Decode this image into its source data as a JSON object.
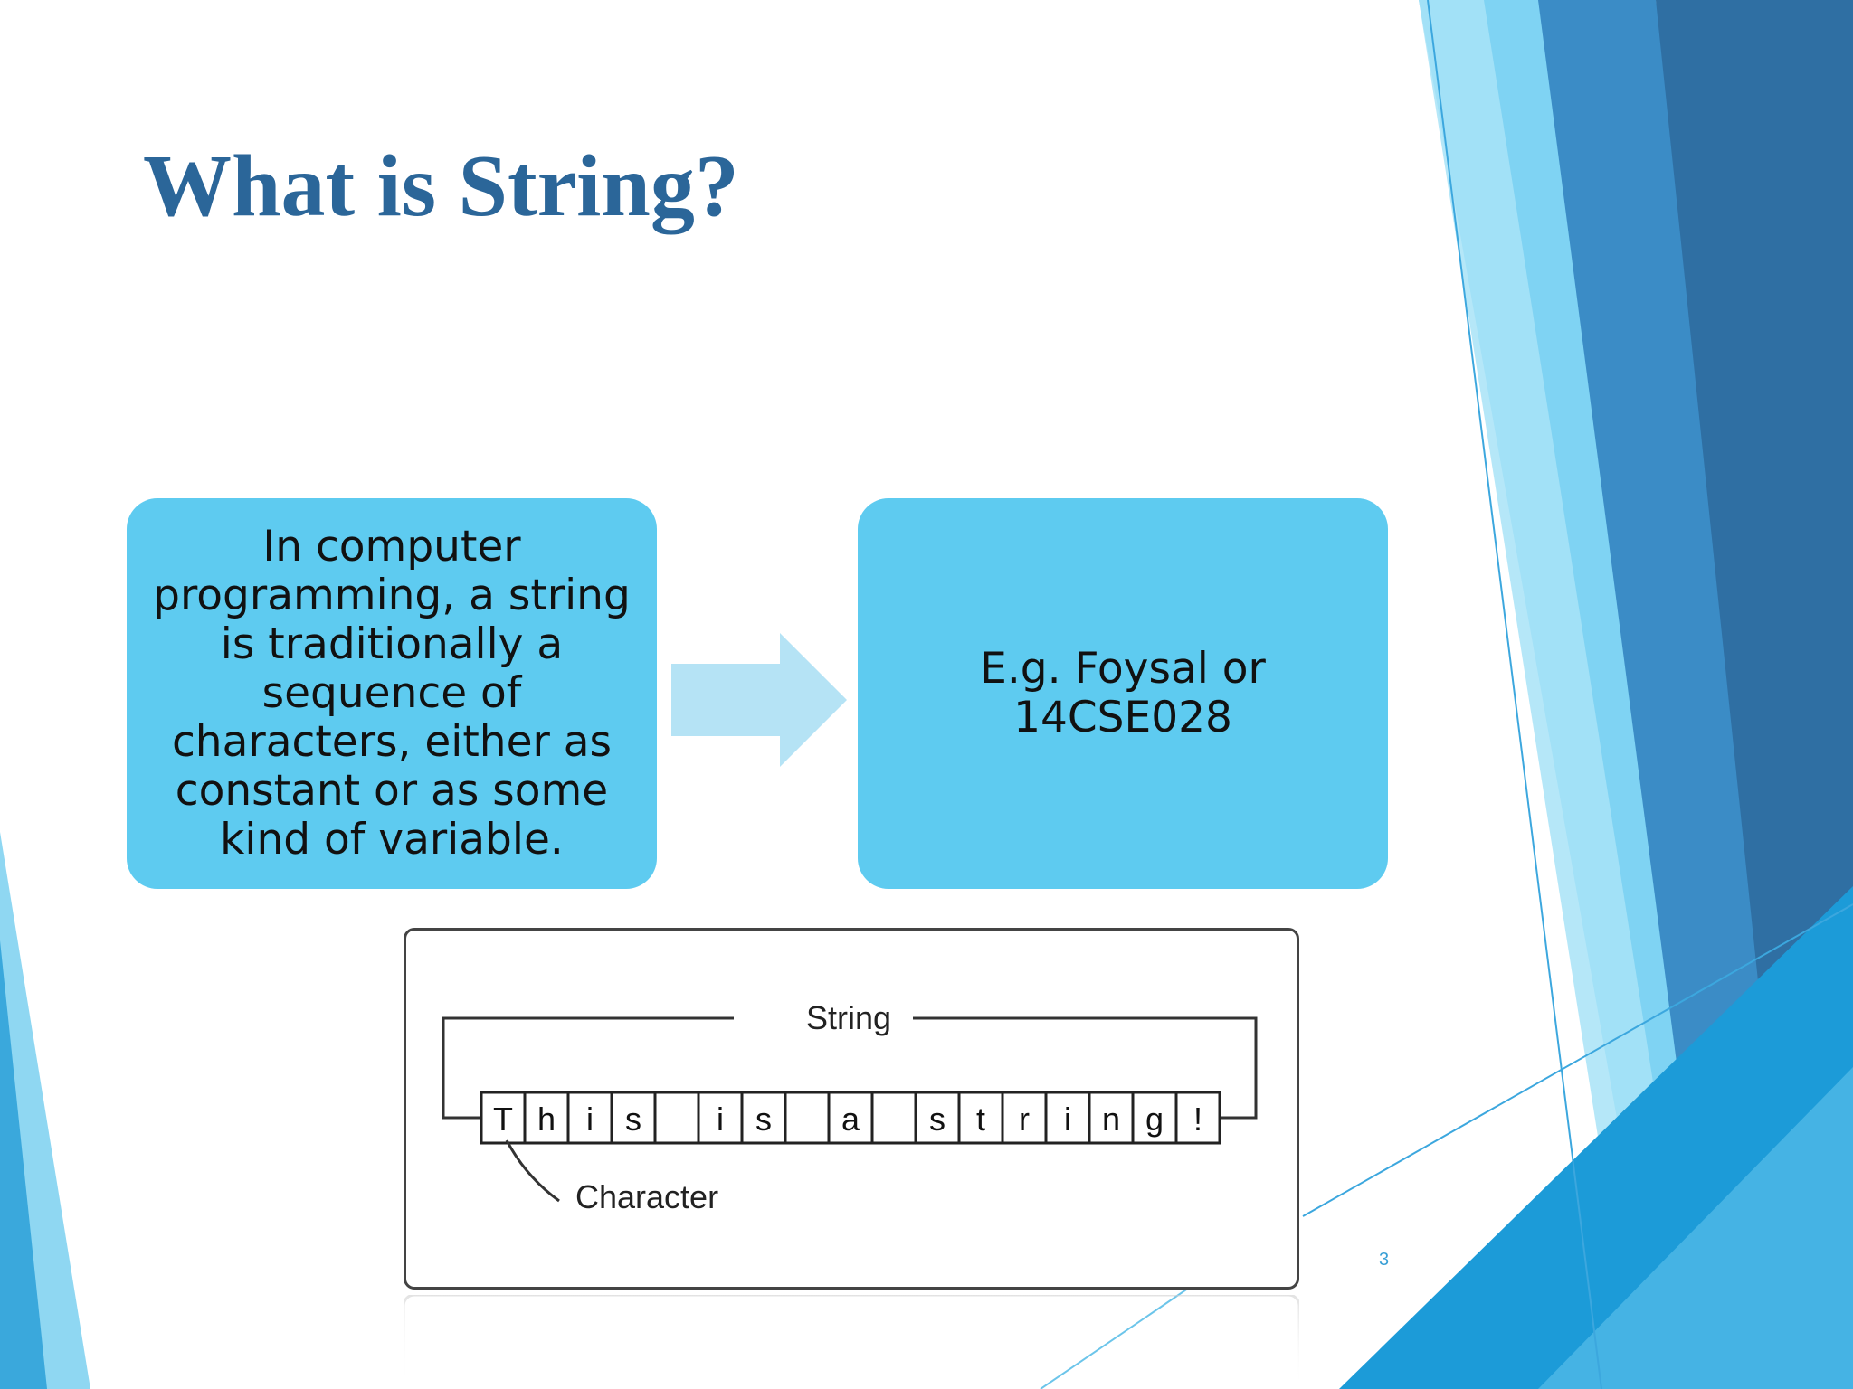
{
  "slide": {
    "title": "What is String?",
    "page_number": "3"
  },
  "flow": {
    "definition": "In computer programming, a string is traditionally a sequence of characters, either as constant or as some kind of variable.",
    "example": "E.g. Foysal or 14CSE028"
  },
  "figure": {
    "string_label": "String",
    "character_label": "Character",
    "cells": [
      "T",
      "h",
      "i",
      "s",
      "",
      "i",
      "s",
      "",
      "a",
      "",
      "s",
      "t",
      "r",
      "i",
      "n",
      "g",
      "!"
    ]
  },
  "colors": {
    "title": "#2b6699",
    "box": "#5ecbf0",
    "arrow": "#b5e3f5",
    "accent_dark": "#2e6f9e",
    "accent_light": "#7ed2f2"
  }
}
